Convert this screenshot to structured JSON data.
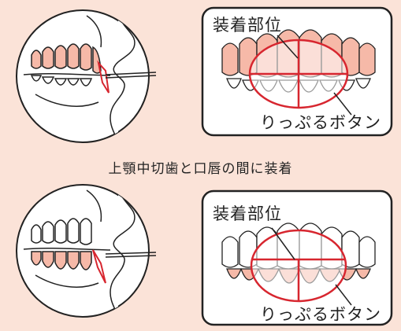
{
  "panels": [
    {
      "title": "装着部位",
      "button_label": "りっぷるボタン"
    },
    {
      "title": "装着部位",
      "button_label": "りっぷるボタン"
    }
  ],
  "caption": "上顎中切歯と口唇の間に装着",
  "colors": {
    "background": "#fbe3d8",
    "accent": "#d7262f",
    "tooth_fill": "#f6b9a8",
    "outline": "#222222"
  }
}
